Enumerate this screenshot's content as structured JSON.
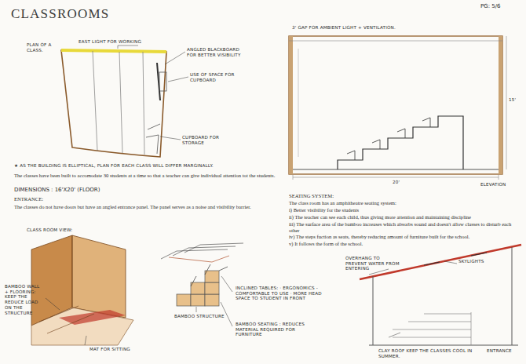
{
  "diagram": {
    "title": "CLASSROOMS",
    "labels": [
      "PG: 5/6",
      "PLAN OF A CLASS.",
      "EAST LIGHT FOR WORKING",
      "ANGLED BLACKBOARD FOR BETTER VISIBILITY",
      "USE OF SPACE FOR CUPBOARD",
      "CUPBOARD FOR STORAGE",
      "★ AS THE BUILDING IS ELLIPTICAL, PLAN FOR EACH CLASS WILL DIFFER MARGINALLY.",
      "The classes have been built to accomodate 30 students at a time so that a teacher can give individual attention tot the students.",
      "DIMENSIONS : 16'X20' (FLOOR)",
      "ENTRANCE:",
      "The classes do not have doors but have an angled entrance panel. The panel serves as a noise and visibility barrier.",
      "3' GAP FOR AMBIENT LIGHT + VENTILATION.",
      "ELEVATION",
      "20'",
      "15'",
      "SEATING SYSTEM:",
      "The class room has an amphitheatre seating system:",
      "i) Better visibility for the students",
      "ii) The teacher can see each child, thus giving more attention and maintaining discipline",
      "iii) The surface area of the bamboo increases which absorbs sound and doesn't allow classes to disturb each other",
      "iv) The steps fuction as seats, thereby reducing amount of furniture built for the school.",
      "v) It follows the form of the school.",
      "CLASS ROOM VIEW:",
      "BAMBOO WALL + FLOORING: KEEP THE REDUCE LOAD ON THE STRUCTURE",
      "MAT FOR SITTING",
      "INCLINED TABLES: · ERGONOMICS - COMFORTABLE TO USE · MORE HEAD SPACE TO STUDENT IN FRONT",
      "BAMBOO STRUCTURE",
      "BAMBOO SEATING : REDUCES MATERIAL REQUIRED FOR FURNITURE",
      "OVERHANG TO PREVENT WATER FROM ENTERING",
      "SKYLIGHTS",
      "CLAY ROOF KEEP THE CLASSES COOL IN SUMMER.",
      "ENTRANCE"
    ]
  }
}
